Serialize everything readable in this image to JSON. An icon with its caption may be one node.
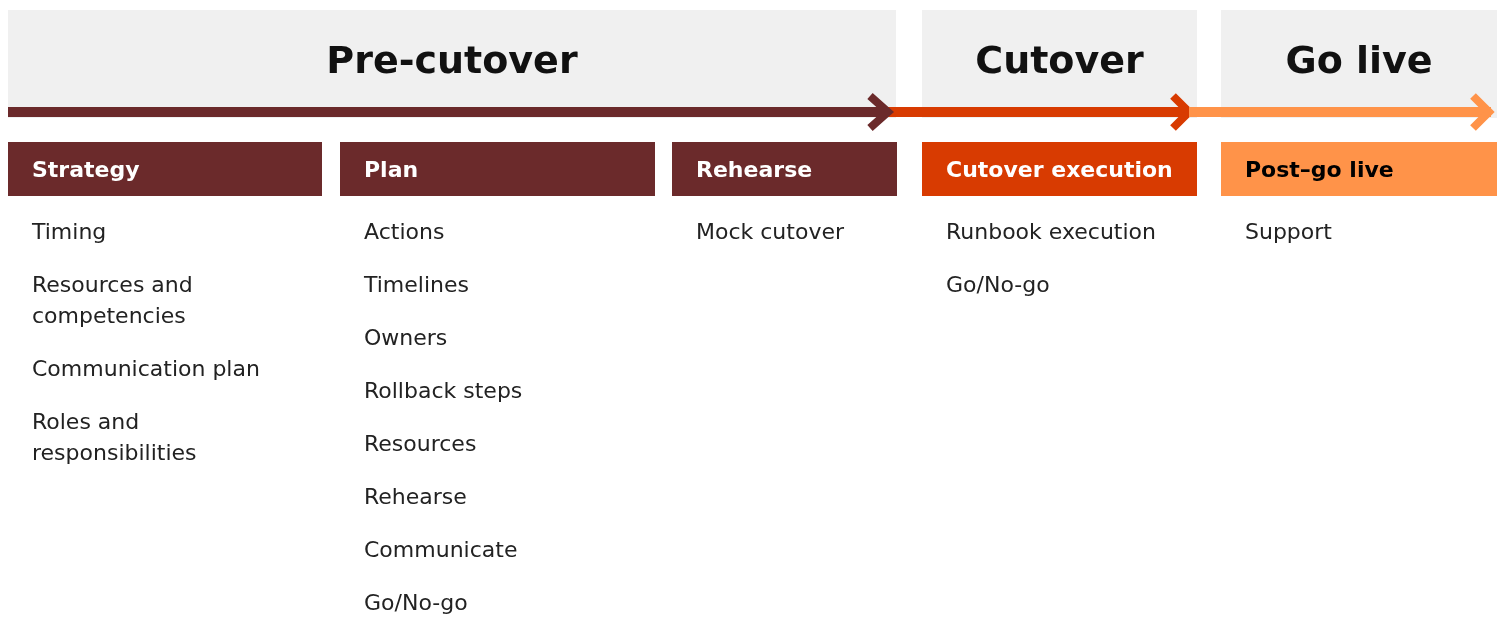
{
  "diagram": {
    "nodes": [
      {
        "text": [
          "Pre-cutover"
        ]
      },
      {
        "text": [
          "Cutover"
        ]
      },
      {
        "text": [
          "Go live"
        ]
      },
      {
        "text": [
          "Strategy"
        ],
        "beside": [
          "Timing",
          "Resources and competencies",
          "Communication plan",
          "Roles and responsibilities"
        ]
      },
      {
        "text": [
          "Plan"
        ],
        "beside": [
          "Actions",
          "Timelines",
          "Owners",
          "Rollback steps",
          "Resources",
          "Rehearse",
          "Communicate",
          "Go/No-go"
        ]
      },
      {
        "text": [
          "Rehearse"
        ],
        "beside": [
          "Mock cutover"
        ]
      },
      {
        "text": [
          "Cutover execution"
        ],
        "beside": [
          "Runbook execution",
          "Go/No-go"
        ]
      },
      {
        "text": [
          "Post–go live"
        ],
        "beside": [
          "Support"
        ]
      }
    ],
    "edges": [
      {
        "from": 0,
        "to": 1,
        "arrow": "to",
        "color": "#d83b01"
      },
      {
        "from": 1,
        "to": 2,
        "arrow": "to",
        "color": "#ff9349"
      }
    ]
  }
}
